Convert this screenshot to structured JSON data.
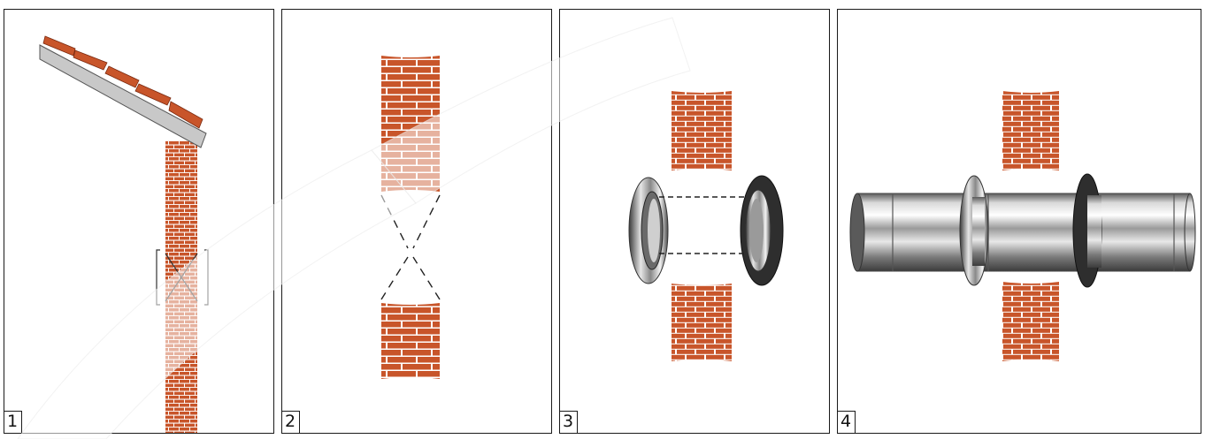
{
  "panels": [
    {
      "number": "1",
      "icon": "roof-wall-cut-icon"
    },
    {
      "number": "2",
      "icon": "wall-opening-icon"
    },
    {
      "number": "3",
      "icon": "wall-sleeves-icon"
    },
    {
      "number": "4",
      "icon": "pipe-through-wall-icon"
    }
  ],
  "colors": {
    "brick": "#c8552a",
    "mortar": "#ffffff",
    "roof": "#c8c8c8",
    "frame": "#1a1a1a",
    "watermark": "#ffffff"
  }
}
